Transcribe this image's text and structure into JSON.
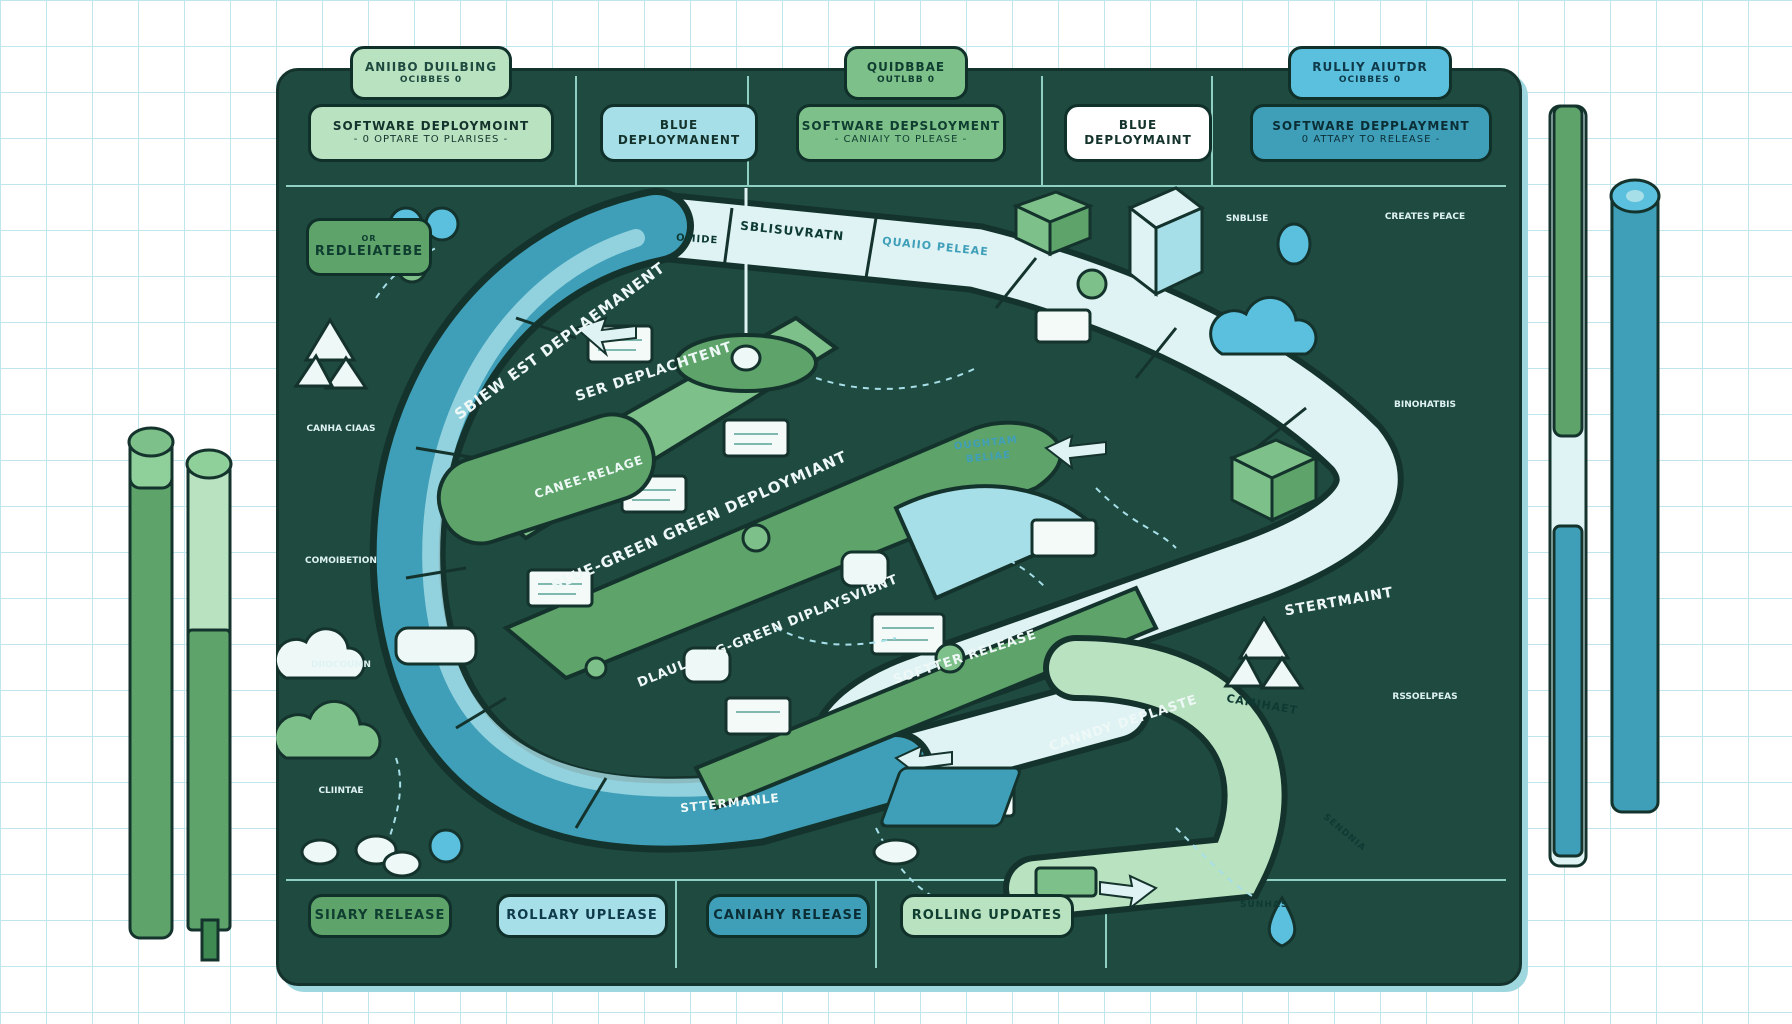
{
  "top_tabs": [
    {
      "line1": "ANIIBO DUILBING",
      "line2": "OCIBBES 0"
    },
    {
      "line1": "QUIDBBAE",
      "line2": "OUTLBB 0"
    },
    {
      "line1": "RULLIY AIUTDR",
      "line2": "OCIBBES 0"
    }
  ],
  "header_cards": [
    {
      "line1": "SOFTWARE DEPLOYMOINT",
      "line2": "- 0 OPTARE TO PLARISES -"
    },
    {
      "line1": "BLUE",
      "line2": "DEPLOYMANENT"
    },
    {
      "line1": "SOFTWARE DEPSLOYMENT",
      "line2": "- CANIAIY TO PLEASE -"
    },
    {
      "line1": "BLUE",
      "line2": "DEPLOYMAINT"
    },
    {
      "line1": "SOFTWARE DEPPLAYMENT",
      "line2": "0 ATTAPY TO RELEASE -"
    }
  ],
  "side_label": {
    "line1": "OR",
    "line2": "REDLEIATEBE"
  },
  "track_labels": {
    "outer_top": "SBLISUVRATN",
    "outer_top_small": "OMIDE",
    "quaiio": "QUAIIO PELEAE",
    "outer_left": "SBIEW EST DEPLAEMANENT",
    "inner_1": "SER DEPLACHTENT",
    "inner_2": "CANEE-RELAGE",
    "bluegreen": "BLUE-GREEN GREEN DEPLOYMIANT",
    "oughtam": "OUGHTAM",
    "beliae": "BELIAE",
    "dlaulity": "DLAULITY G-GREEN DIPLAYSVIBNT",
    "softter": "SOFTTER RELEASE",
    "stertmaint": "STERTMAINT",
    "streamante": "STTERMANLE",
    "canndy": "CANNDY DEPLASTE",
    "camihaet": "CAMIHAET",
    "sendnia": "SENDNIA",
    "sunhas": "SUNHAS"
  },
  "bottom_buttons": [
    {
      "label": "SIIARY RELEASE"
    },
    {
      "label": "ROLLARY UPLEASE"
    },
    {
      "label": "CANIAHY RELEASE"
    },
    {
      "label": "ROLLING UPDATES"
    }
  ],
  "small_notes": {
    "n1": "CANHA CIAAS",
    "n2": "COMOIBETION",
    "n3": "DIIOCOUMN",
    "n4": "CLIINTAE",
    "n5": "CREATES PEACE",
    "n6": "BINOHATBIS",
    "n7": "SNBLISE",
    "n8": "RSSOELPEAS"
  },
  "colors": {
    "board": "#1f4a40",
    "teal": "#3f9fb8",
    "light_teal": "#a7dfe8",
    "green": "#5da36a",
    "light_green": "#b9e2c0",
    "pale": "#e8f6f2",
    "accent_blue": "#5bc0de"
  }
}
